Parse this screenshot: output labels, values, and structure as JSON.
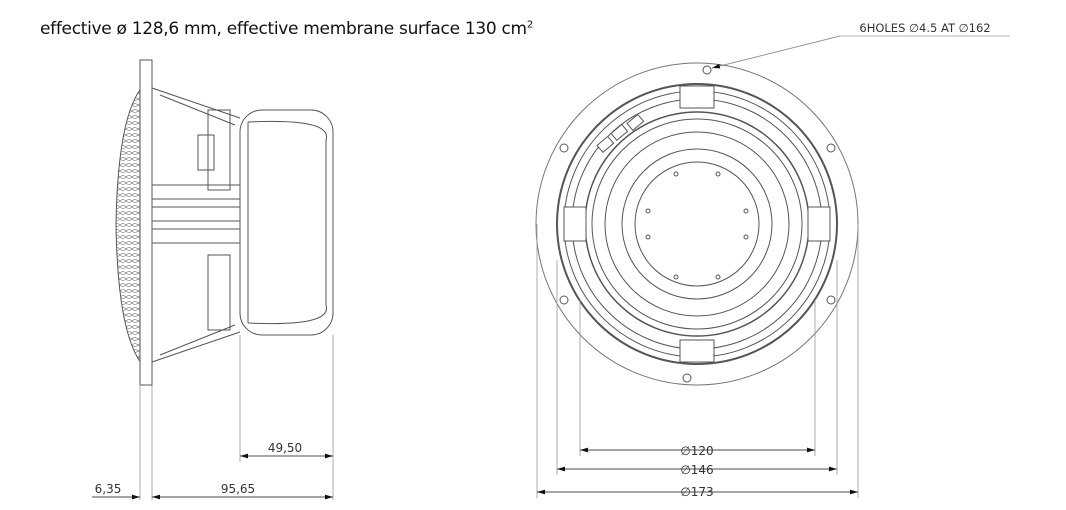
{
  "header": {
    "title_main": "effective ø 128,6 mm, effective membrane surface 130 cm",
    "title_sup": "2"
  },
  "callout": {
    "holes_note": "6HOLES ∅4.5 AT ∅162"
  },
  "side_view": {
    "dim_magnet_depth": "49,50",
    "dim_flange": "6,35",
    "dim_depth": "95,65"
  },
  "front_view": {
    "dim_inner": "∅120",
    "dim_mid": "∅146",
    "dim_outer": "∅173"
  },
  "colors": {
    "line": "#555555",
    "dim_line": "#999999"
  }
}
